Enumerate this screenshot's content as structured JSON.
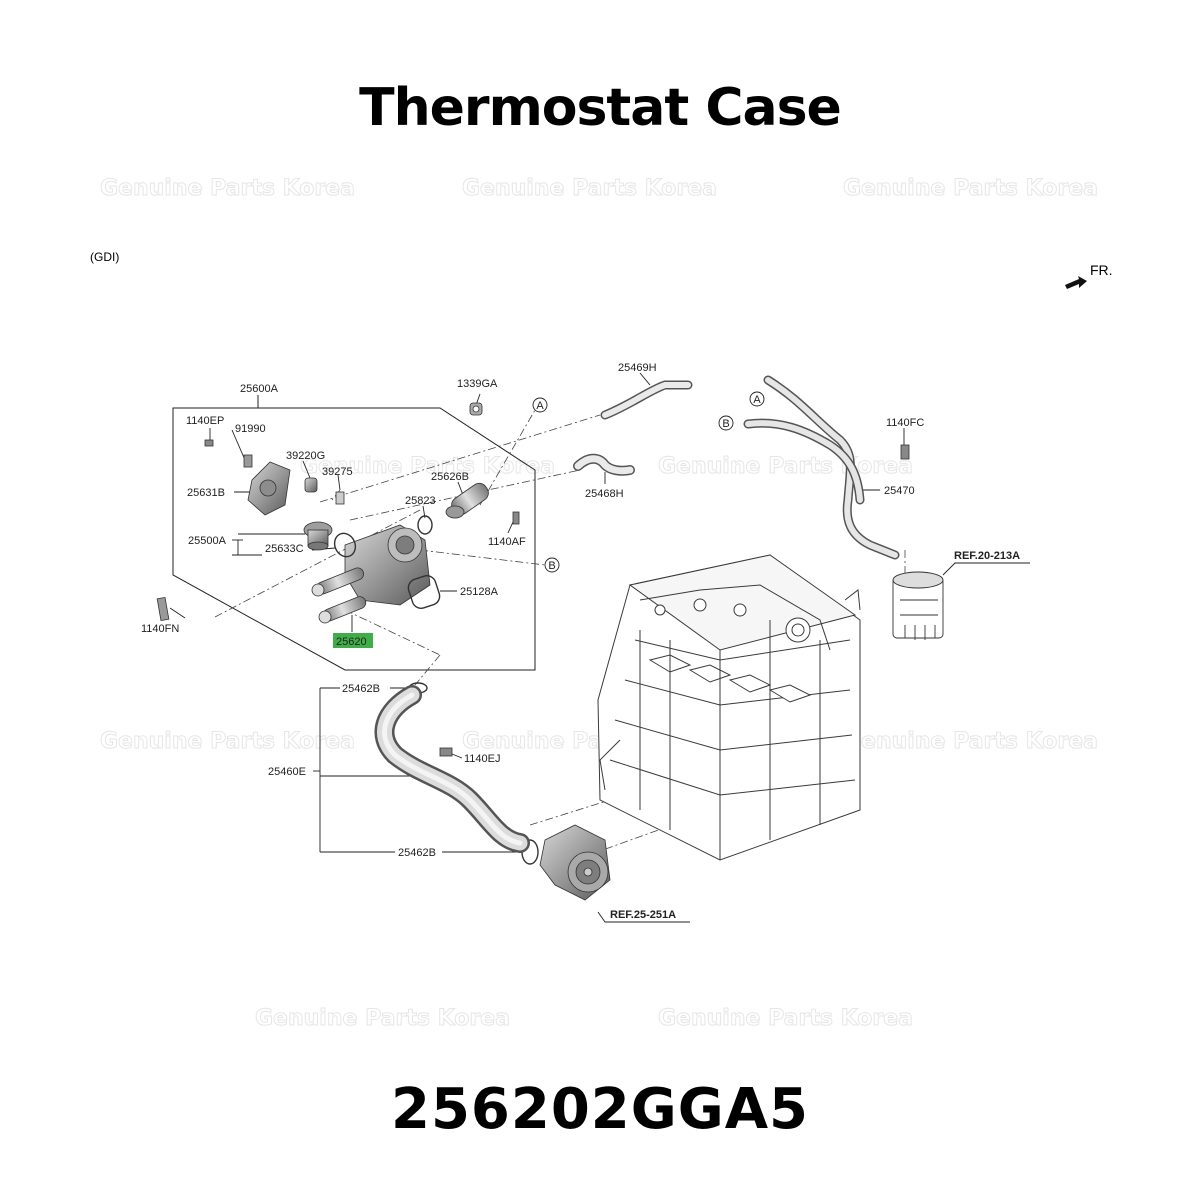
{
  "title": "Thermostat Case",
  "part_number": "256202GGA5",
  "engine_note": "(GDI)",
  "direction": "FR.",
  "watermark": "Genuine Parts Korea",
  "highlight_color": "#3fae49",
  "callouts": {
    "c25600A": "25600A",
    "c1339GA": "1339GA",
    "c25469H": "25469H",
    "c1140EP": "1140EP",
    "c91990": "91990",
    "c39220G": "39220G",
    "c39275": "39275",
    "c25626B": "25626B",
    "c25631B": "25631B",
    "c25823": "25823",
    "c25468H": "25468H",
    "c1140AF": "1140AF",
    "c25500A": "25500A",
    "c25633C": "25633C",
    "c25128A": "25128A",
    "c1140FN": "1140FN",
    "c25620": "25620",
    "c25462B_top": "25462B",
    "c1140EJ": "1140EJ",
    "c25460E": "25460E",
    "c25462B_bottom": "25462B",
    "c1140FC": "1140FC",
    "c25470": "25470",
    "markerA": "A",
    "markerB": "B",
    "ref1": "REF.20-213A",
    "ref2": "REF.25-251A"
  }
}
